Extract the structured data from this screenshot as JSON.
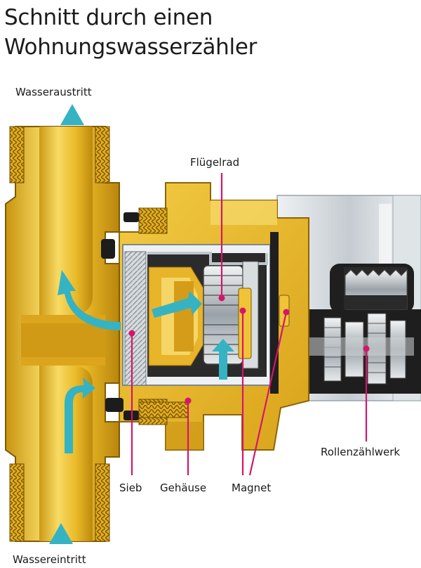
{
  "title": {
    "line1": "Schnitt durch einen",
    "line2": "Wohnungswasserzähler"
  },
  "labels": {
    "outlet": "Wasseraustritt",
    "inlet": "Wassereintritt",
    "impeller": "Flügelrad",
    "strainer": "Sieb",
    "housing": "Gehäuse",
    "magnet": "Magnet",
    "counter": "Rollenzählwerk"
  },
  "colors": {
    "brass": "#e8b823",
    "brass_light": "#f6da62",
    "brass_dark": "#b88510",
    "water_arrow": "#35b3c3",
    "callout": "#d4166b",
    "dark_part": "#232323",
    "steel": "#b9c0c5"
  }
}
